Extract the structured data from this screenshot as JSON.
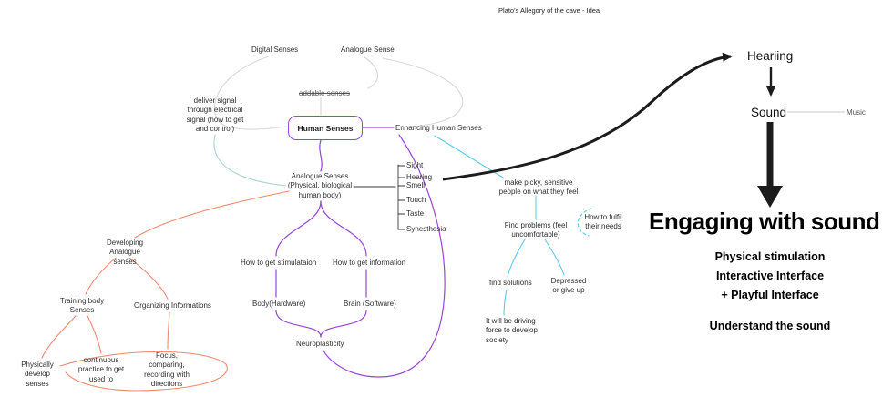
{
  "title": "Plato's Allegory of the cave - Idea",
  "colors": {
    "purple": "#9646d6",
    "blue": "#5cc8e8",
    "orange": "#ef8a70",
    "teal": "#a9d5cf",
    "gray": "#d8d8d8",
    "ink": "#1c1c1c"
  },
  "map": {
    "digital_senses": "Digital Senses",
    "analogue_sense": "Analogue Sense",
    "deliver_signal": "deliver signal through electrical signal (how to get and control)",
    "addable_senses": "addable senses",
    "human_senses": "Human Senses",
    "enhancing_human_senses": "Enhancing Human Senses",
    "analogue_senses": "Analogue Senses (Physical, biological human body)",
    "senses": [
      "Sight",
      "Hearing",
      "Smell",
      "Touch",
      "Taste",
      "Synesthesia"
    ],
    "make_picky": "make picky, sensitive people on what they feel",
    "find_problems": "Find problems (feel uncomfortable)",
    "fulfil_needs": "How to fulfil their needs",
    "find_solutions": "find solutions",
    "depressed": "Depressed or give up",
    "driving_force": "It will be driving force to develop society",
    "developing_analogue": "Developing Analogue senses",
    "how_stimulation": "How to get stimulataion",
    "how_information": "How to get information",
    "body_hardware": "Body(Hardware)",
    "brain_software": "Brain (Software)",
    "neuroplasticity": "Neuroplasticity",
    "training_body": "Training body Senses",
    "organizing_info": "Organizing Informations",
    "physically_develop": "Physically develop senses",
    "continuous_practice": "continuous practice to get used to",
    "focus_comparing": "Focus, comparing, recording with directions"
  },
  "right": {
    "hearing": "Heariing",
    "sound": "Sound",
    "music": "Music",
    "engaging": "Engaging with sound",
    "bullets": [
      "Physical stimulation",
      "Interactive Interface",
      "+ Playful Interface"
    ],
    "understand": "Understand the sound"
  }
}
